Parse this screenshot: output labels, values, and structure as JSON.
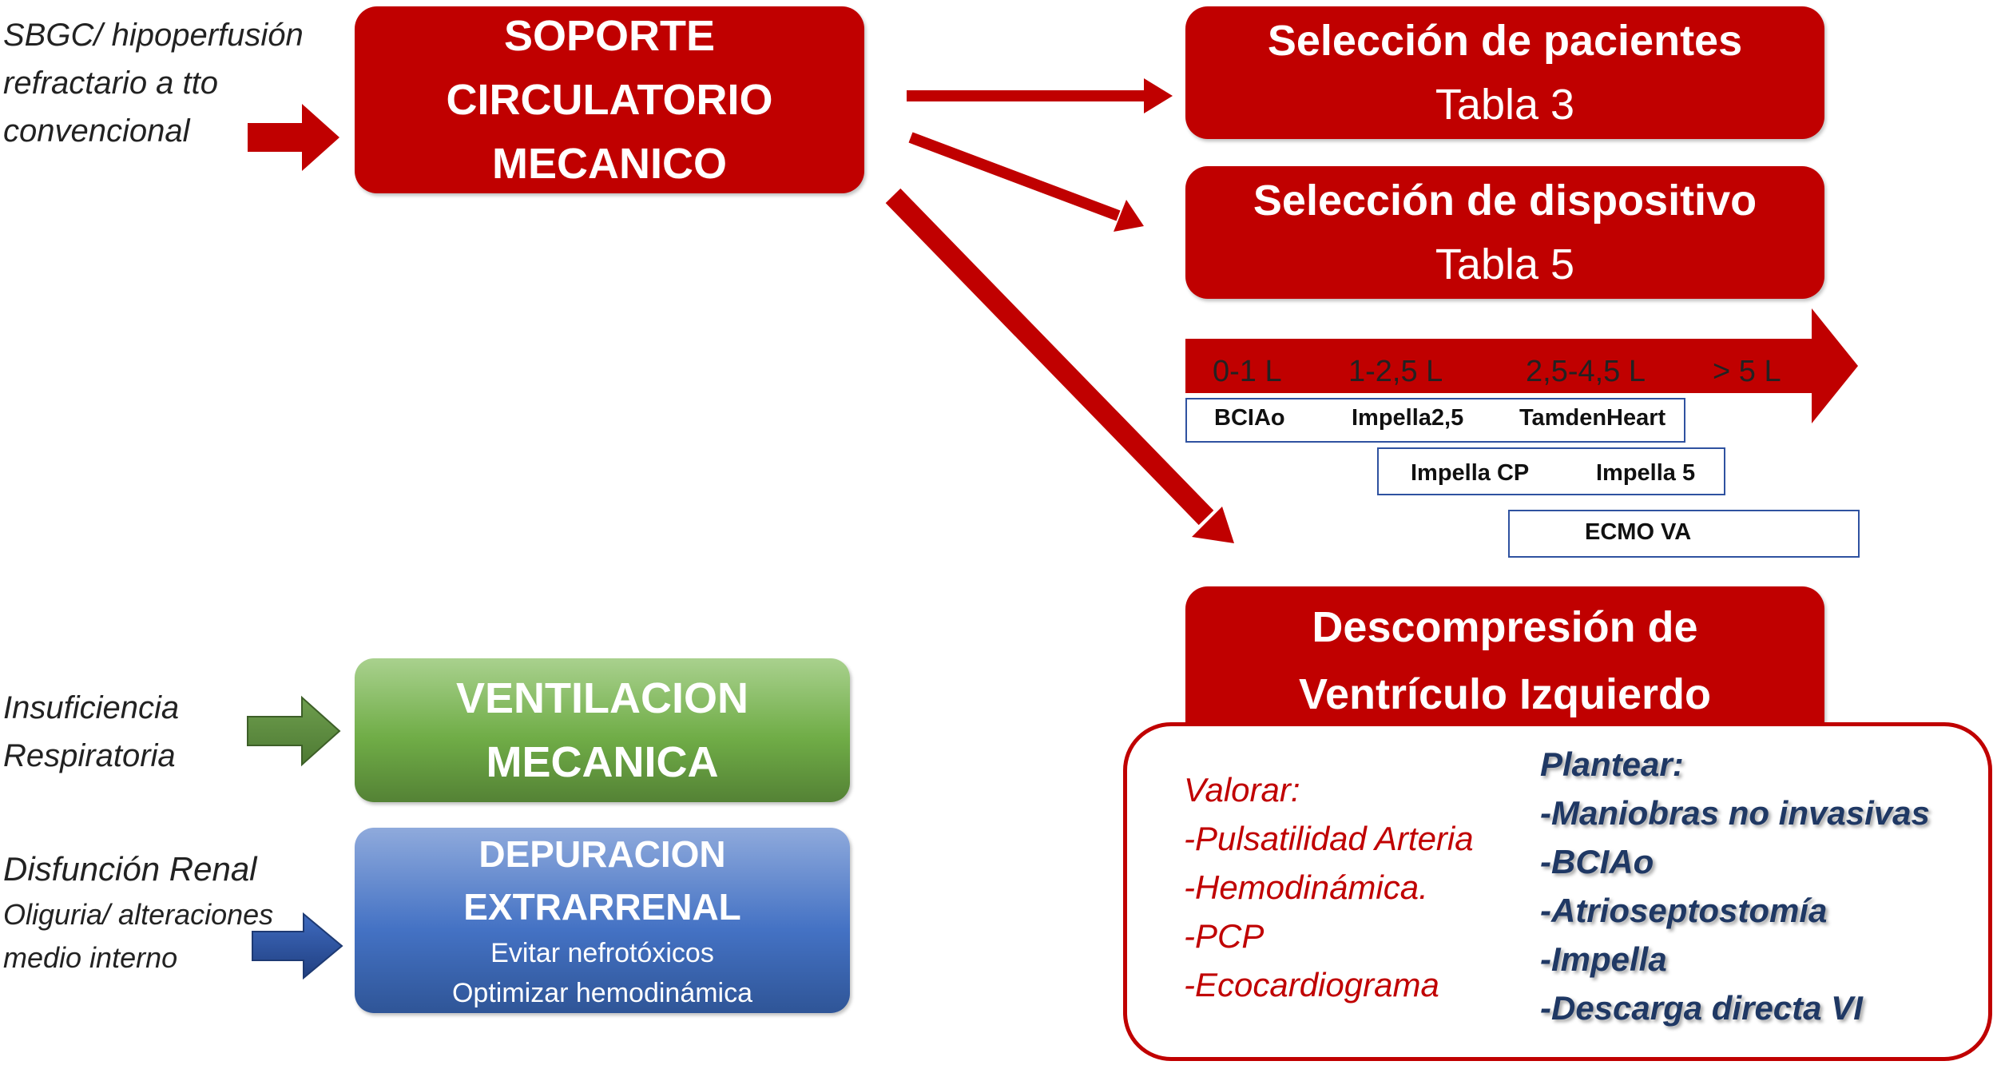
{
  "inputs": {
    "sbgc": [
      "SBGC/ hipoperfusión",
      "refractario a tto",
      "convencional"
    ],
    "resp": [
      "Insuficiencia",
      "Respiratoria"
    ],
    "renal_title": "Disfunción Renal",
    "renal": [
      "Oliguria/ alteraciones",
      "medio interno"
    ]
  },
  "soporte": {
    "lines": [
      "SOPORTE",
      "CIRCULATORIO",
      "MECANICO"
    ]
  },
  "seleccion_pacientes": {
    "title": "Selección de pacientes",
    "sub": "Tabla 3"
  },
  "seleccion_dispositivo": {
    "title": "Selección de dispositivo",
    "sub": "Tabla 5"
  },
  "flow_scale": {
    "labels": [
      "0-1 L",
      "1-2,5 L",
      "2,5-4,5 L",
      "> 5 L"
    ]
  },
  "devices": {
    "row1": [
      "BCIAo",
      "Impella2,5",
      "TamdenHeart"
    ],
    "row2": [
      "Impella CP",
      "Impella 5"
    ],
    "row3": [
      "ECMO VA"
    ]
  },
  "descompresion": {
    "lines": [
      "Descompresión de",
      "Ventrículo Izquierdo"
    ]
  },
  "valorar": {
    "title": "Valorar:",
    "items": [
      "-Pulsatilidad Arteria",
      "-Hemodinámica.",
      "-PCP",
      "-Ecocardiograma"
    ]
  },
  "plantear": {
    "title": "Plantear:",
    "items": [
      "-Maniobras no invasivas",
      "-BCIAo",
      "-Atrioseptostomía",
      "-Impella",
      "-Descarga directa VI"
    ]
  },
  "ventilacion": {
    "lines": [
      "VENTILACION",
      "MECANICA"
    ]
  },
  "depuracion": {
    "lines": [
      "DEPURACION",
      "EXTRARRENAL"
    ],
    "subs": [
      "Evitar nefrotóxicos",
      "Optimizar hemodinámica"
    ]
  },
  "colors": {
    "red": "#c00000",
    "green": "#70ad47",
    "blue": "#4472c4",
    "navy": "#1f3864"
  }
}
